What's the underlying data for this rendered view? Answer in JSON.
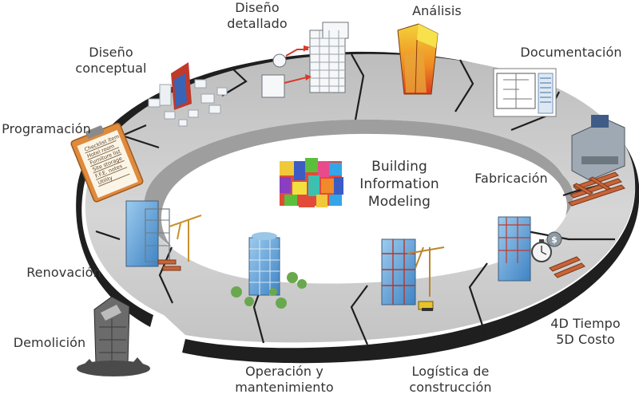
{
  "center_title": "Building\nInformation\nModeling",
  "stages": [
    {
      "id": "programacion",
      "label": "Programación"
    },
    {
      "id": "diseno-conceptual",
      "label": "Diseño\nconceptual"
    },
    {
      "id": "diseno-detallado",
      "label": "Diseño\ndetallado"
    },
    {
      "id": "analisis",
      "label": "Análisis"
    },
    {
      "id": "documentacion",
      "label": "Documentación"
    },
    {
      "id": "fabricacion",
      "label": "Fabricación"
    },
    {
      "id": "tiempo-costo",
      "label": "4D Tiempo\n5D Costo"
    },
    {
      "id": "logistica",
      "label": "Logística de\nconstrucción"
    },
    {
      "id": "operacion",
      "label": "Operación y\nmantenimiento"
    },
    {
      "id": "renovacion",
      "label": "Renovación"
    },
    {
      "id": "demolicion",
      "label": "Demolición"
    }
  ],
  "clipboard_text": [
    "Checklist item",
    "Hotel room",
    "Furniture list",
    "Site storage",
    "F.F.E. notes",
    "Utility"
  ],
  "colors": {
    "ring_top": "#c9c9c9",
    "ring_edge": "#2b2b2b",
    "text": "#333333",
    "building_blue": "#5fa2d6",
    "steel": "#7f8c96",
    "crane": "#d9a441",
    "timber": "#c8633a"
  }
}
